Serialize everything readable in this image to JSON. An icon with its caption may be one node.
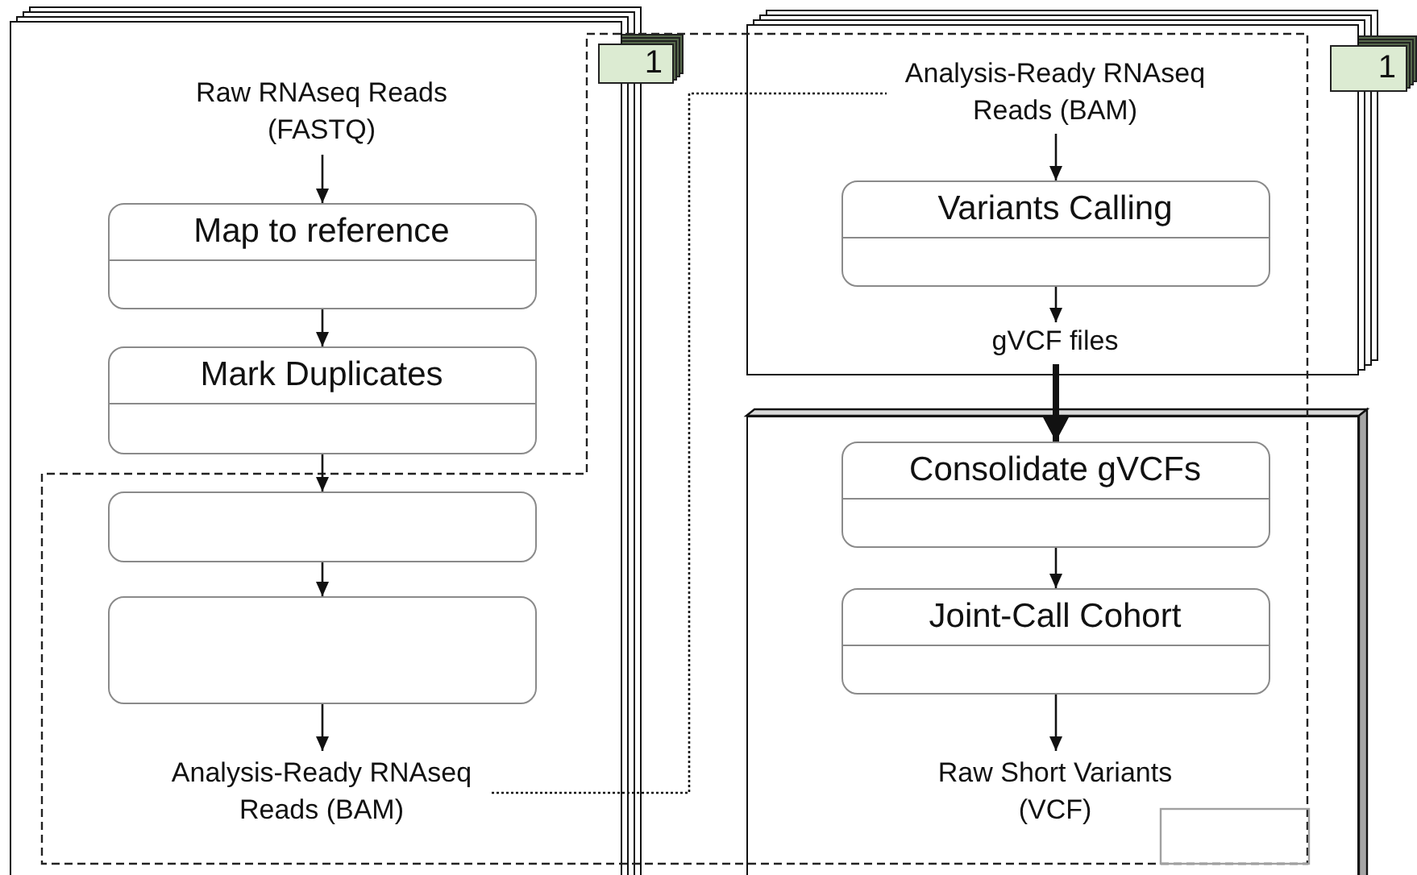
{
  "diagram": {
    "nodes": [
      {
        "text": [],
        "shape": "box"
      },
      {
        "text": [
          "Raw RNAseq Reads (FASTQ)"
        ],
        "in": 0
      },
      {
        "text": [
          "Map to reference"
        ],
        "in": 0
      },
      {
        "text": [
          "Mark Duplicates"
        ],
        "in": 0
      },
      {
        "text": [],
        "shape": "box",
        "in": 0
      },
      {
        "text": [],
        "shape": "box",
        "in": 0
      },
      {
        "text": [
          "Analysis-Ready RNAseq Reads (BAM)"
        ],
        "in": 0
      },
      {
        "text": [
          "1"
        ]
      },
      {
        "text": [],
        "shape": "box"
      },
      {
        "text": [
          "Analysis-Ready RNAseq Reads (BAM)"
        ],
        "in": 8
      },
      {
        "text": [
          "Variants Calling"
        ],
        "in": 8
      },
      {
        "text": [
          "gVCF files"
        ],
        "in": 8
      },
      {
        "text": [
          "1"
        ]
      },
      {
        "text": [],
        "shape": "box"
      },
      {
        "text": [
          "Consolidate gVCFs"
        ],
        "in": 13
      },
      {
        "text": [
          "Joint-Call Cohort"
        ],
        "in": 13
      },
      {
        "text": [
          "Raw Short Variants (VCF)"
        ],
        "in": 13
      }
    ],
    "edges": [
      {
        "from": 1,
        "to": 2,
        "arrow": "to"
      },
      {
        "from": 2,
        "to": 3,
        "arrow": "to"
      },
      {
        "from": 3,
        "to": 4,
        "arrow": "to"
      },
      {
        "from": 4,
        "to": 5,
        "arrow": "to"
      },
      {
        "from": 5,
        "to": 6,
        "arrow": "to"
      },
      {
        "from": 6,
        "to": 9,
        "arrow": "none",
        "style": "dashed"
      },
      {
        "from": 9,
        "to": 10,
        "arrow": "to"
      },
      {
        "from": 10,
        "to": 11,
        "arrow": "to"
      },
      {
        "from": 11,
        "to": 14,
        "arrow": "to",
        "style": "thick"
      },
      {
        "from": 14,
        "to": 15,
        "arrow": "to"
      },
      {
        "from": 15,
        "to": 16,
        "arrow": "to"
      }
    ]
  }
}
